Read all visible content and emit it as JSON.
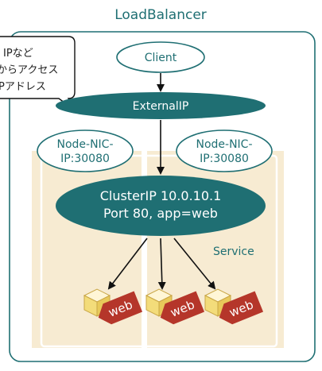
{
  "title": "LoadBalancer",
  "callout": {
    "lines": [
      "IPなど",
      "からアクセス",
      "Pアドレス"
    ]
  },
  "client": {
    "label": "Client"
  },
  "external_ip": {
    "label": "ExternalIP"
  },
  "node_nics": [
    {
      "line1": "Node-NIC-",
      "line2": "IP:30080"
    },
    {
      "line1": "Node-NIC-",
      "line2": "IP:30080"
    }
  ],
  "cluster_ip": {
    "line1": "ClusterIP 10.0.10.1",
    "line2": "Port 80, app=web"
  },
  "service_label": "Service",
  "pods": [
    {
      "label": "web"
    },
    {
      "label": "web"
    },
    {
      "label": "web"
    }
  ],
  "colors": {
    "teal": "#1f6f73",
    "sand": "#f7ebd2",
    "tag_red": "#b5362a",
    "cube_yellow": "#f3dc7a"
  }
}
